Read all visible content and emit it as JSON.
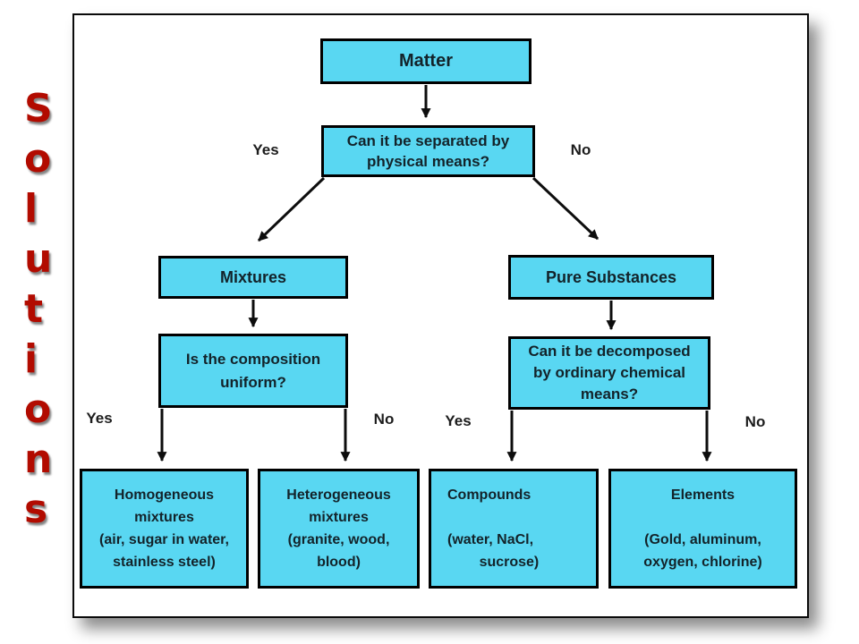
{
  "title": {
    "vertical_text": "Solutions"
  },
  "slide": {
    "nodes": {
      "matter": "Matter",
      "q_physical": "Can it be separated by\nphysical means?",
      "mixtures": "Mixtures",
      "q_uniform": "Is the composition\nuniform?",
      "pure_substances": "Pure Substances",
      "q_decomposed": "Can it be decomposed\nby ordinary chemical\nmeans?",
      "homogeneous": "Homogeneous\nmixtures\n(air, sugar in water,\nstainless steel)",
      "heterogeneous": "Heterogeneous\nmixtures\n(granite, wood,\nblood)",
      "compounds": "Compounds\n\n(water, NaCl,\n        sucrose)",
      "elements": "Elements\n\n(Gold, aluminum,\noxygen, chlorine)"
    },
    "edge_labels": {
      "physical_yes": "Yes",
      "physical_no": "No",
      "uniform_yes": "Yes",
      "uniform_no": "No",
      "decomposed_yes": "Yes",
      "decomposed_no": "No"
    },
    "colors": {
      "node_fill": "#59D7F2",
      "node_border": "#000000",
      "title_red": "#B20B00",
      "arrow": "#0D0D0D"
    }
  }
}
